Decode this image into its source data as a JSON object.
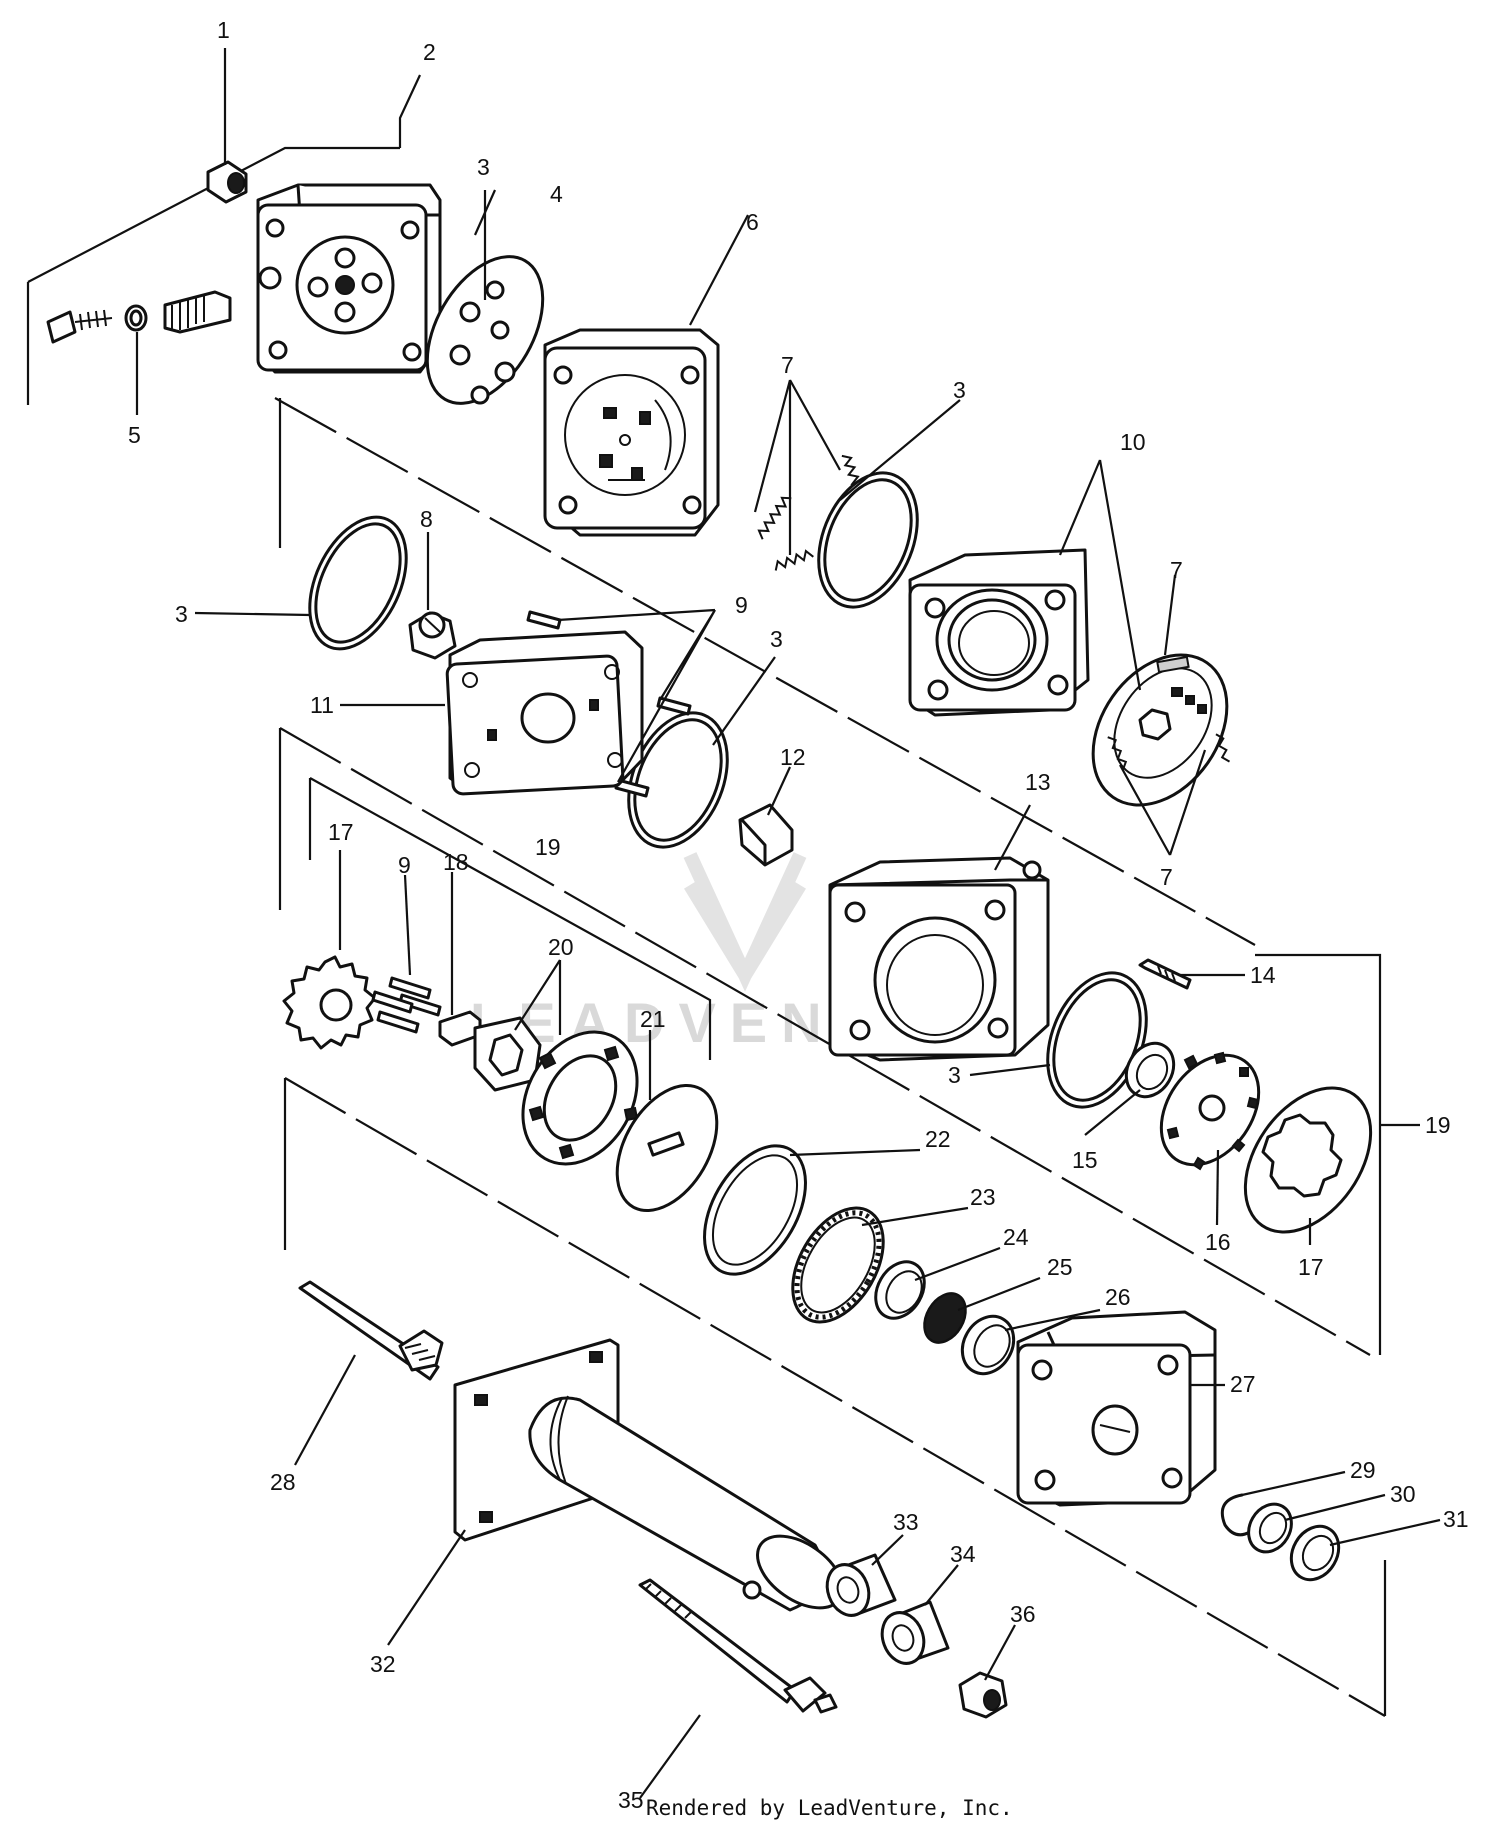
{
  "footer": {
    "credit": "Rendered by LeadVenture, Inc."
  },
  "watermark": {
    "text": "LEADVENTURE"
  },
  "callouts": [
    {
      "id": "c1",
      "label": "1"
    },
    {
      "id": "c2",
      "label": "2"
    },
    {
      "id": "c3a",
      "label": "3"
    },
    {
      "id": "c4",
      "label": "4"
    },
    {
      "id": "c5",
      "label": "5"
    },
    {
      "id": "c6",
      "label": "6"
    },
    {
      "id": "c7a",
      "label": "7"
    },
    {
      "id": "c3b",
      "label": "3"
    },
    {
      "id": "c10",
      "label": "10"
    },
    {
      "id": "c7b",
      "label": "7"
    },
    {
      "id": "c3c",
      "label": "3"
    },
    {
      "id": "c8",
      "label": "8"
    },
    {
      "id": "c9a",
      "label": "9"
    },
    {
      "id": "c11",
      "label": "11"
    },
    {
      "id": "c3d",
      "label": "3"
    },
    {
      "id": "c12",
      "label": "12"
    },
    {
      "id": "c13",
      "label": "13"
    },
    {
      "id": "c7c",
      "label": "7"
    },
    {
      "id": "c17a",
      "label": "17"
    },
    {
      "id": "c9b",
      "label": "9"
    },
    {
      "id": "c18",
      "label": "18"
    },
    {
      "id": "c19a",
      "label": "19"
    },
    {
      "id": "c20",
      "label": "20"
    },
    {
      "id": "c14",
      "label": "14"
    },
    {
      "id": "c21",
      "label": "21"
    },
    {
      "id": "c3e",
      "label": "3"
    },
    {
      "id": "c19b",
      "label": "19"
    },
    {
      "id": "c22",
      "label": "22"
    },
    {
      "id": "c15",
      "label": "15"
    },
    {
      "id": "c16",
      "label": "16"
    },
    {
      "id": "c23",
      "label": "23"
    },
    {
      "id": "c17b",
      "label": "17"
    },
    {
      "id": "c24",
      "label": "24"
    },
    {
      "id": "c25",
      "label": "25"
    },
    {
      "id": "c26",
      "label": "26"
    },
    {
      "id": "c27",
      "label": "27"
    },
    {
      "id": "c28",
      "label": "28"
    },
    {
      "id": "c29",
      "label": "29"
    },
    {
      "id": "c30",
      "label": "30"
    },
    {
      "id": "c31",
      "label": "31"
    },
    {
      "id": "c33",
      "label": "33"
    },
    {
      "id": "c34",
      "label": "34"
    },
    {
      "id": "c36",
      "label": "36"
    },
    {
      "id": "c32",
      "label": "32"
    },
    {
      "id": "c35",
      "label": "35"
    }
  ]
}
